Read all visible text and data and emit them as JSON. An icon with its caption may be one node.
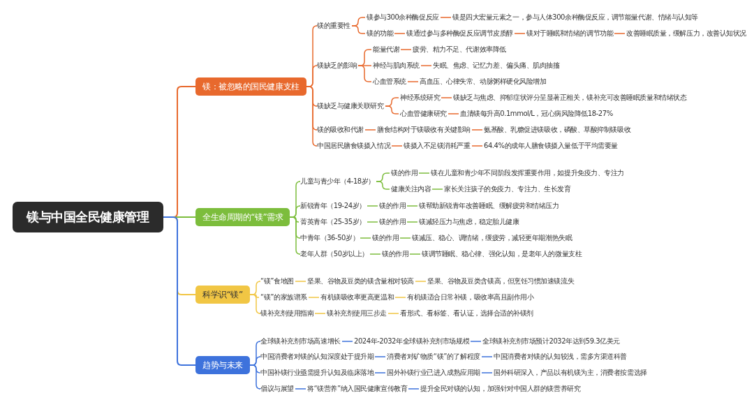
{
  "diagram": {
    "nodes": [
      {
        "text": [
          "镁与中国全民健康管理"
        ]
      },
      {
        "text": [
          "镁：被忽略的国民健康支柱"
        ]
      },
      {
        "text": [
          "镁的重要性"
        ]
      },
      {
        "text": [
          "镁参与300余种酶促反应"
        ]
      },
      {
        "text": [
          "镁是四大宏量元素之一，参与人体300余种酶促反应，调节能量代谢、情绪与认知等"
        ]
      },
      {
        "text": [
          "镁的功能"
        ]
      },
      {
        "text": [
          "镁通过参与多种酶促反应调节皮质醇"
        ]
      },
      {
        "text": [
          "镁对于睡眠和情绪的调节功能"
        ]
      },
      {
        "text": [
          "改善睡眠质量，缓解压力，改善认知状况"
        ]
      },
      {
        "text": [
          "镁缺乏的影响"
        ]
      },
      {
        "text": [
          "能量代谢"
        ]
      },
      {
        "text": [
          "疲劳、精力不足、代谢效率降低"
        ]
      },
      {
        "text": [
          "神经与肌肉系统"
        ]
      },
      {
        "text": [
          "失眠、焦虑、记忆力差、偏头痛、肌肉抽搐"
        ]
      },
      {
        "text": [
          "心血管系统"
        ]
      },
      {
        "text": [
          "高血压、心律失常、动脉粥样硬化风险增加"
        ]
      },
      {
        "text": [
          "镁缺乏与健康关联研究"
        ]
      },
      {
        "text": [
          "神经系统研究"
        ]
      },
      {
        "text": [
          "镁缺乏与焦虑、抑郁症状评分呈显著正相关，镁补充可改善睡眠质量和情绪状态"
        ]
      },
      {
        "text": [
          "心血管健康研究"
        ]
      },
      {
        "text": [
          "血清镁每升高0.1mmol/L，冠心病风险降低18-27%"
        ]
      },
      {
        "text": [
          "镁的吸收和代谢"
        ]
      },
      {
        "text": [
          "膳食结构对于镁吸收有关键影响"
        ]
      },
      {
        "text": [
          "氨基酸、乳糖促进镁吸收，磷酸、草酸抑制镁吸收"
        ]
      },
      {
        "text": [
          "中国居民膳食镁摄入情况"
        ]
      },
      {
        "text": [
          "镁摄入不足镁消耗严重"
        ]
      },
      {
        "text": [
          "64.4%的成年人膳食镁摄入量低于平均需要量"
        ]
      },
      {
        "text": [
          "全生命周期的“镁”需求"
        ]
      },
      {
        "text": [
          "儿童与青少年（4-18岁）"
        ]
      },
      {
        "text": [
          "镁的作用"
        ]
      },
      {
        "text": [
          "镁在儿童和青少年不同阶段发挥重要作用，如提升免疫力、专注力"
        ]
      },
      {
        "text": [
          "健康关注内容"
        ]
      },
      {
        "text": [
          "家长关注孩子的免疫力、专注力、生长发育"
        ]
      },
      {
        "text": [
          "新锐青年（19-24岁）"
        ]
      },
      {
        "text": [
          "镁的作用"
        ]
      },
      {
        "text": [
          "镁帮助新锐青年改善睡眠、缓解疲劳和情绪压力"
        ]
      },
      {
        "text": [
          "菁英青年（25-35岁）"
        ]
      },
      {
        "text": [
          "镁的作用"
        ]
      },
      {
        "text": [
          "镁减轻压力与焦虑，稳定胎儿健康"
        ]
      },
      {
        "text": [
          "中青年（36-50岁）"
        ]
      },
      {
        "text": [
          "镁的作用"
        ]
      },
      {
        "text": [
          "镁减压、稳心、调情绪，缓疲劳，减轻更年期潮热失眠"
        ]
      },
      {
        "text": [
          "老年人群（50岁以上）"
        ]
      },
      {
        "text": [
          "镁的作用"
        ]
      },
      {
        "text": [
          "镁调节睡眠、稳心律、强化认知，是老年人的微量支柱"
        ]
      },
      {
        "text": [
          "科学识“镁”"
        ]
      },
      {
        "text": [
          "“镁”食地图"
        ]
      },
      {
        "text": [
          "坚果、谷物及豆类的镁含量相对较高"
        ]
      },
      {
        "text": [
          "坚果、谷物及豆类含镁高，但烹饪习惯加速镁流失"
        ]
      },
      {
        "text": [
          "“镁”的家族谱系"
        ]
      },
      {
        "text": [
          "有机镁吸收率更高更温和"
        ]
      },
      {
        "text": [
          "有机镁适合日常补镁，吸收率高且副作用小"
        ]
      },
      {
        "text": [
          "镁补充剂使用指南"
        ]
      },
      {
        "text": [
          "镁补充剂使用三步走"
        ]
      },
      {
        "text": [
          "看形式、看标签、看认证，选择合适的补镁剂"
        ]
      },
      {
        "text": [
          "趋势与未来"
        ]
      },
      {
        "text": [
          "全球镁补充剂市场高速增长"
        ]
      },
      {
        "text": [
          "2024年-2032年全球镁补充剂市场规模"
        ]
      },
      {
        "text": [
          "全球镁补充剂市场预计2032年达到59.3亿美元"
        ]
      },
      {
        "text": [
          "中国消费者对镁的认知深度处于提升期"
        ]
      },
      {
        "text": [
          "消费者对矿物质“镁”的了解程度"
        ]
      },
      {
        "text": [
          "中国消费者对镁的认知较浅，需多方渠道科普"
        ]
      },
      {
        "text": [
          "中国补镁行业亟需提升认知及临床落地"
        ]
      },
      {
        "text": [
          "国外补镁行业已进入成熟应用期"
        ]
      },
      {
        "text": [
          "国外科研深入，产品以有机镁为主，消费者按需选择"
        ]
      },
      {
        "text": [
          "倡议与展望"
        ]
      },
      {
        "text": [
          "将“镁营养”纳入国民健康宣传教育"
        ]
      },
      {
        "text": [
          "提升全民对镁的认知，加强针对中国人群的镁营养研究"
        ]
      }
    ],
    "edges": [
      {
        "from": 0,
        "to": 1,
        "arrow": "none",
        "color": "#e8692d"
      },
      {
        "from": 1,
        "to": 2,
        "arrow": "none",
        "color": "#e8692d"
      },
      {
        "from": 2,
        "to": 3,
        "arrow": "none",
        "color": "#e8692d"
      },
      {
        "from": 3,
        "to": 4,
        "arrow": "none",
        "color": "#e8692d"
      },
      {
        "from": 2,
        "to": 5,
        "arrow": "none",
        "color": "#e8692d"
      },
      {
        "from": 5,
        "to": 6,
        "arrow": "none",
        "color": "#e8692d"
      },
      {
        "from": 6,
        "to": 7,
        "arrow": "none",
        "color": "#e8692d"
      },
      {
        "from": 7,
        "to": 8,
        "arrow": "none",
        "color": "#e8692d"
      },
      {
        "from": 1,
        "to": 9,
        "arrow": "none",
        "color": "#e8692d"
      },
      {
        "from": 9,
        "to": 10,
        "arrow": "none",
        "color": "#e8692d"
      },
      {
        "from": 10,
        "to": 11,
        "arrow": "none",
        "color": "#e8692d"
      },
      {
        "from": 9,
        "to": 12,
        "arrow": "none",
        "color": "#e8692d"
      },
      {
        "from": 12,
        "to": 13,
        "arrow": "none",
        "color": "#e8692d"
      },
      {
        "from": 9,
        "to": 14,
        "arrow": "none",
        "color": "#e8692d"
      },
      {
        "from": 14,
        "to": 15,
        "arrow": "none",
        "color": "#e8692d"
      },
      {
        "from": 1,
        "to": 16,
        "arrow": "none",
        "color": "#e8692d"
      },
      {
        "from": 16,
        "to": 17,
        "arrow": "none",
        "color": "#e8692d"
      },
      {
        "from": 17,
        "to": 18,
        "arrow": "none",
        "color": "#e8692d"
      },
      {
        "from": 16,
        "to": 19,
        "arrow": "none",
        "color": "#e8692d"
      },
      {
        "from": 19,
        "to": 20,
        "arrow": "none",
        "color": "#e8692d"
      },
      {
        "from": 1,
        "to": 21,
        "arrow": "none",
        "color": "#e8692d"
      },
      {
        "from": 21,
        "to": 22,
        "arrow": "none",
        "color": "#e8692d"
      },
      {
        "from": 22,
        "to": 23,
        "arrow": "none",
        "color": "#e8692d"
      },
      {
        "from": 1,
        "to": 24,
        "arrow": "none",
        "color": "#e8692d"
      },
      {
        "from": 24,
        "to": 25,
        "arrow": "none",
        "color": "#e8692d"
      },
      {
        "from": 25,
        "to": 26,
        "arrow": "none",
        "color": "#e8692d"
      },
      {
        "from": 0,
        "to": 27,
        "arrow": "none",
        "color": "#7cbd3c"
      },
      {
        "from": 27,
        "to": 28,
        "arrow": "none",
        "color": "#7cbd3c"
      },
      {
        "from": 28,
        "to": 29,
        "arrow": "none",
        "color": "#7cbd3c"
      },
      {
        "from": 29,
        "to": 30,
        "arrow": "none",
        "color": "#7cbd3c"
      },
      {
        "from": 28,
        "to": 31,
        "arrow": "none",
        "color": "#7cbd3c"
      },
      {
        "from": 31,
        "to": 32,
        "arrow": "none",
        "color": "#7cbd3c"
      },
      {
        "from": 27,
        "to": 33,
        "arrow": "none",
        "color": "#7cbd3c"
      },
      {
        "from": 33,
        "to": 34,
        "arrow": "none",
        "color": "#7cbd3c"
      },
      {
        "from": 34,
        "to": 35,
        "arrow": "none",
        "color": "#7cbd3c"
      },
      {
        "from": 27,
        "to": 36,
        "arrow": "none",
        "color": "#7cbd3c"
      },
      {
        "from": 36,
        "to": 37,
        "arrow": "none",
        "color": "#7cbd3c"
      },
      {
        "from": 37,
        "to": 38,
        "arrow": "none",
        "color": "#7cbd3c"
      },
      {
        "from": 27,
        "to": 39,
        "arrow": "none",
        "color": "#7cbd3c"
      },
      {
        "from": 39,
        "to": 40,
        "arrow": "none",
        "color": "#7cbd3c"
      },
      {
        "from": 40,
        "to": 41,
        "arrow": "none",
        "color": "#7cbd3c"
      },
      {
        "from": 27,
        "to": 42,
        "arrow": "none",
        "color": "#7cbd3c"
      },
      {
        "from": 42,
        "to": 43,
        "arrow": "none",
        "color": "#7cbd3c"
      },
      {
        "from": 43,
        "to": 44,
        "arrow": "none",
        "color": "#7cbd3c"
      },
      {
        "from": 0,
        "to": 45,
        "arrow": "none",
        "color": "#f1c644"
      },
      {
        "from": 45,
        "to": 46,
        "arrow": "none",
        "color": "#f1c644"
      },
      {
        "from": 46,
        "to": 47,
        "arrow": "none",
        "color": "#f1c644"
      },
      {
        "from": 47,
        "to": 48,
        "arrow": "none",
        "color": "#f1c644"
      },
      {
        "from": 45,
        "to": 49,
        "arrow": "none",
        "color": "#f1c644"
      },
      {
        "from": 49,
        "to": 50,
        "arrow": "none",
        "color": "#f1c644"
      },
      {
        "from": 50,
        "to": 51,
        "arrow": "none",
        "color": "#f1c644"
      },
      {
        "from": 45,
        "to": 52,
        "arrow": "none",
        "color": "#f1c644"
      },
      {
        "from": 52,
        "to": 53,
        "arrow": "none",
        "color": "#f1c644"
      },
      {
        "from": 53,
        "to": 54,
        "arrow": "none",
        "color": "#f1c644"
      },
      {
        "from": 0,
        "to": 55,
        "arrow": "none",
        "color": "#3d72dc"
      },
      {
        "from": 55,
        "to": 56,
        "arrow": "none",
        "color": "#3d72dc"
      },
      {
        "from": 56,
        "to": 57,
        "arrow": "none",
        "color": "#3d72dc"
      },
      {
        "from": 57,
        "to": 58,
        "arrow": "none",
        "color": "#3d72dc"
      },
      {
        "from": 55,
        "to": 59,
        "arrow": "none",
        "color": "#3d72dc"
      },
      {
        "from": 59,
        "to": 60,
        "arrow": "none",
        "color": "#3d72dc"
      },
      {
        "from": 60,
        "to": 61,
        "arrow": "none",
        "color": "#3d72dc"
      },
      {
        "from": 55,
        "to": 62,
        "arrow": "none",
        "color": "#3d72dc"
      },
      {
        "from": 62,
        "to": 63,
        "arrow": "none",
        "color": "#3d72dc"
      },
      {
        "from": 63,
        "to": 64,
        "arrow": "none",
        "color": "#3d72dc"
      },
      {
        "from": 55,
        "to": 65,
        "arrow": "none",
        "color": "#3d72dc"
      },
      {
        "from": 65,
        "to": 66,
        "arrow": "none",
        "color": "#3d72dc"
      },
      {
        "from": 66,
        "to": 67,
        "arrow": "none",
        "color": "#3d72dc"
      }
    ]
  }
}
